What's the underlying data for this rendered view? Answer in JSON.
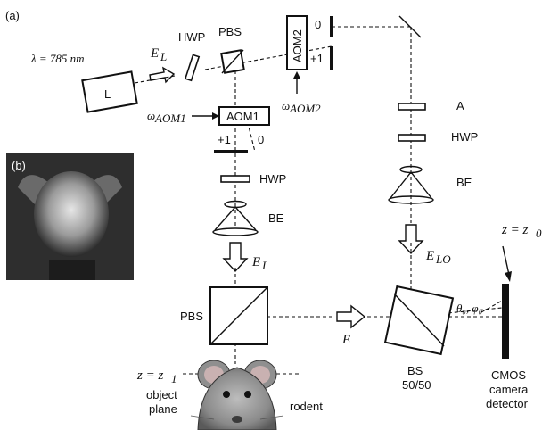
{
  "panel_a_label": "(a)",
  "panel_b_label": "(b)",
  "wavelength": "λ = 785 nm",
  "laser_label": "L",
  "field_EL": "E",
  "field_EL_sub": "L",
  "hwp_label": "HWP",
  "pbs_label": "PBS",
  "aom1_label": "AOM1",
  "aom2_label": "AOM2",
  "omega_aom1": "ω",
  "omega_aom1_sub": "AOM1",
  "omega_aom2": "ω",
  "omega_aom2_sub": "AOM2",
  "order_zero": "0",
  "order_plus_one": "+1",
  "attenuator_label": "A",
  "be_label": "BE",
  "field_EI": "E",
  "field_EI_sub": "I",
  "field_ELO": "E",
  "field_ELO_sub": "LO",
  "field_E": "E",
  "angles": "θ₀, φ₀",
  "z0_label": "z = z",
  "z0_sub": "0",
  "z1_label": "z = z",
  "z1_sub": "1",
  "object_plane_1": "object",
  "object_plane_2": "plane",
  "rodent_label": "rodent",
  "bs_label_1": "BS",
  "bs_label_2": "50/50",
  "cmos_1": "CMOS",
  "cmos_2": "camera",
  "cmos_3": "detector",
  "colors": {
    "ink": "#111111",
    "photo_dark": "#2b2b2b",
    "photo_light": "#d8d8d8"
  }
}
